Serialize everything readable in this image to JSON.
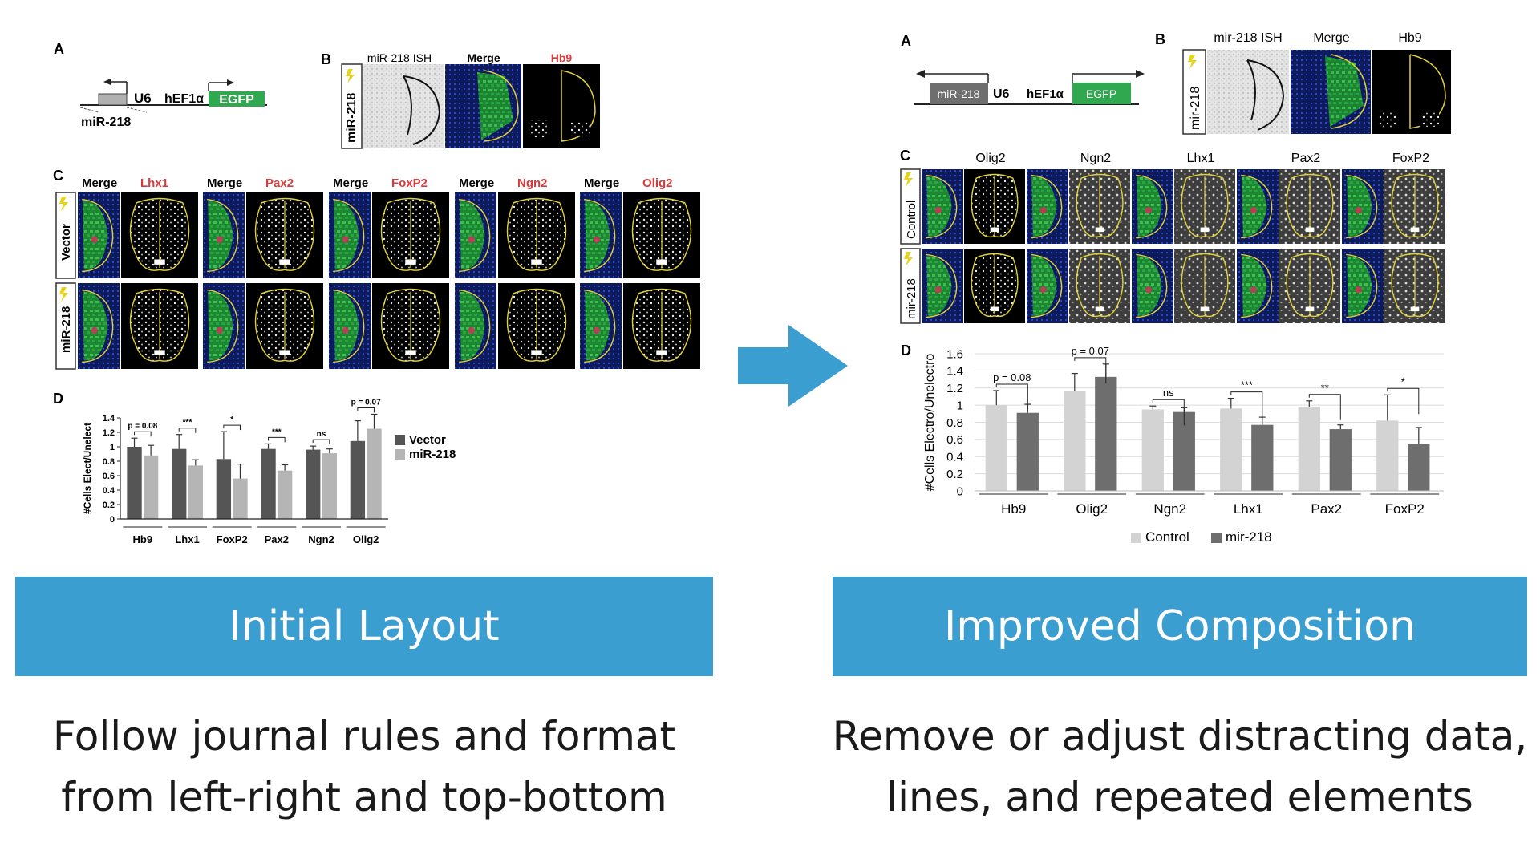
{
  "left": {
    "panel_a": {
      "letter": "A",
      "u6": "U6",
      "promoter": "hEF1α",
      "egfp": "EGFP",
      "mirna": "miR-218"
    },
    "panel_b": {
      "letter": "B",
      "row_label": "miR-218",
      "headers": [
        "miR-218 ISH",
        "Merge",
        "Hb9"
      ]
    },
    "panel_c": {
      "letter": "C",
      "headers": [
        [
          "Merge",
          "Lhx1"
        ],
        [
          "Merge",
          "Pax2"
        ],
        [
          "Merge",
          "FoxP2"
        ],
        [
          "Merge",
          "Ngn2"
        ],
        [
          "Merge",
          "Olig2"
        ]
      ],
      "rows": [
        "Vector",
        "miR-218"
      ]
    },
    "panel_d": {
      "letter": "D"
    },
    "banner": "Initial Layout",
    "caption_lines": [
      "Follow journal rules and format",
      "from left-right and top-bottom"
    ]
  },
  "right": {
    "panel_a": {
      "letter": "A",
      "mirna": "miR-218",
      "u6": "U6",
      "promoter": "hEF1α",
      "egfp": "EGFP"
    },
    "panel_b": {
      "letter": "B",
      "row_label": "mir-218",
      "headers": [
        "mir-218 ISH",
        "Merge",
        "Hb9"
      ]
    },
    "panel_c": {
      "letter": "C",
      "headers": [
        "Olig2",
        "Ngn2",
        "Lhx1",
        "Pax2",
        "FoxP2"
      ],
      "rows": [
        "Control",
        "mir-218"
      ]
    },
    "panel_d": {
      "letter": "D"
    },
    "banner": "Improved Composition",
    "caption_lines": [
      "Remove or adjust distracting data,",
      "lines, and repeated elements"
    ]
  },
  "colors": {
    "banner": "#3b9ed1",
    "arrow": "#3b9ed1",
    "egfp": "#2fa84f",
    "red_label": "#d93a3a",
    "yellow_outline": "#e2d23a"
  },
  "chart_data": [
    {
      "type": "bar",
      "categories": [
        "Hb9",
        "Lhx1",
        "FoxP2",
        "Pax2",
        "Ngn2",
        "Olig2"
      ],
      "series": [
        {
          "name": "Vector",
          "values": [
            1.0,
            0.97,
            0.83,
            0.97,
            0.96,
            1.08
          ],
          "errors": [
            0.12,
            0.2,
            0.38,
            0.07,
            0.05,
            0.28
          ],
          "color": "#555555"
        },
        {
          "name": "miR-218",
          "values": [
            0.88,
            0.74,
            0.56,
            0.67,
            0.91,
            1.25
          ],
          "errors": [
            0.14,
            0.08,
            0.2,
            0.08,
            0.06,
            0.2
          ],
          "color": "#b5b5b5"
        }
      ],
      "ylabel": "#Cells Elect/Unelect",
      "ylim": [
        0,
        1.4
      ],
      "yticks": [
        0,
        0.2,
        0.4,
        0.6,
        0.8,
        1,
        1.2,
        1.4
      ],
      "significance": [
        "p = 0.08",
        "***",
        "*",
        "***",
        "ns",
        "p = 0.07"
      ],
      "legend": "right",
      "grid": false
    },
    {
      "type": "bar",
      "categories": [
        "Hb9",
        "Olig2",
        "Ngn2",
        "Lhx1",
        "Pax2",
        "FoxP2"
      ],
      "series": [
        {
          "name": "Control",
          "values": [
            1.0,
            1.16,
            0.95,
            0.96,
            0.98,
            0.82
          ],
          "errors": [
            0.17,
            0.21,
            0.04,
            0.12,
            0.07,
            0.3
          ],
          "color": "#d3d3d3"
        },
        {
          "name": "mir-218",
          "values": [
            0.91,
            1.33,
            0.92,
            0.77,
            0.72,
            0.55
          ],
          "errors": [
            0.1,
            0.15,
            0.05,
            0.09,
            0.05,
            0.19
          ],
          "color": "#6e6e6e"
        }
      ],
      "ylabel": "#Cells Electro/Unelectro",
      "ylim": [
        0,
        1.6
      ],
      "yticks": [
        0,
        0.2,
        0.4,
        0.6,
        0.8,
        1,
        1.2,
        1.4,
        1.6
      ],
      "significance": [
        "p = 0.08",
        "p = 0.07",
        "ns",
        "***",
        "**",
        "*"
      ],
      "legend": "bottom",
      "grid": true
    }
  ]
}
